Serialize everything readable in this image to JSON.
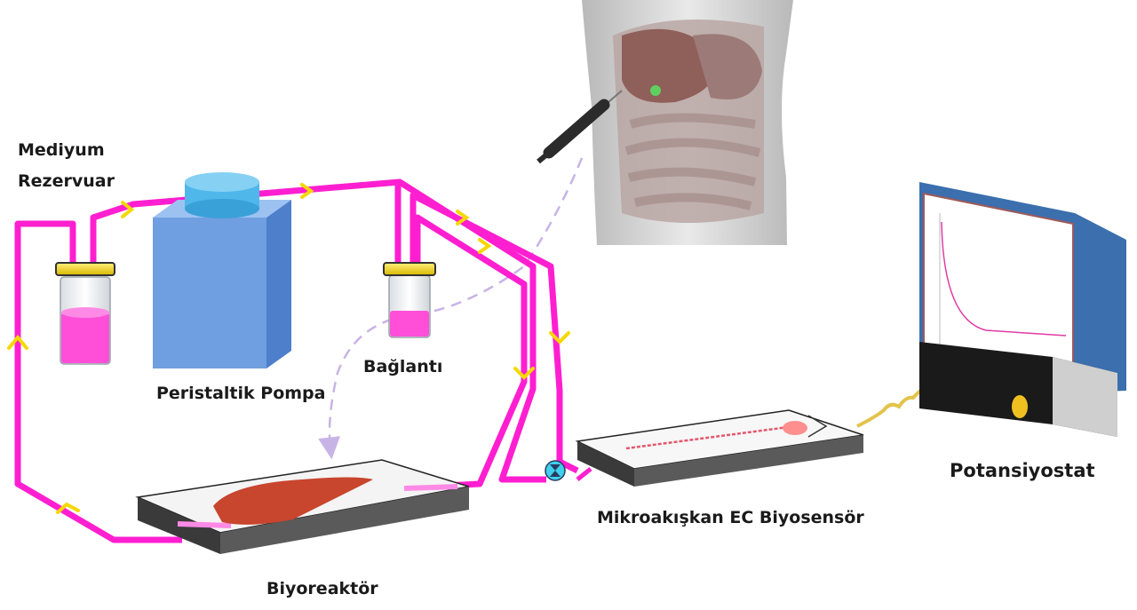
{
  "labels": {
    "medium_reservoir_line1": "Mediyum",
    "medium_reservoir_line2": "Rezervuar",
    "peristaltic_pump": "Peristaltik Pompa",
    "connection": "Bağlantı",
    "bioreactor": "Biyoreaktör",
    "microfluidic_biosensor": "Mikroakışkan EC Biyosensör",
    "potentiostat": "Potansiyostat"
  },
  "colors": {
    "tubing": "#ff1fd0",
    "flow_arrow": "#f5d800",
    "pump_body": "#6f9fe0",
    "pump_cap": "#4fb7ea",
    "medium_liquid": "#ff4fd8",
    "organ": "#c8452e",
    "valve": "#3fd0ee",
    "dashed_path": "#c8b3e6",
    "monitor_frame": "#3b6fae"
  },
  "icons": [
    "syringe-icon",
    "liver-icon",
    "human-torso-icon",
    "valve-icon",
    "flow-arrow-icon"
  ]
}
